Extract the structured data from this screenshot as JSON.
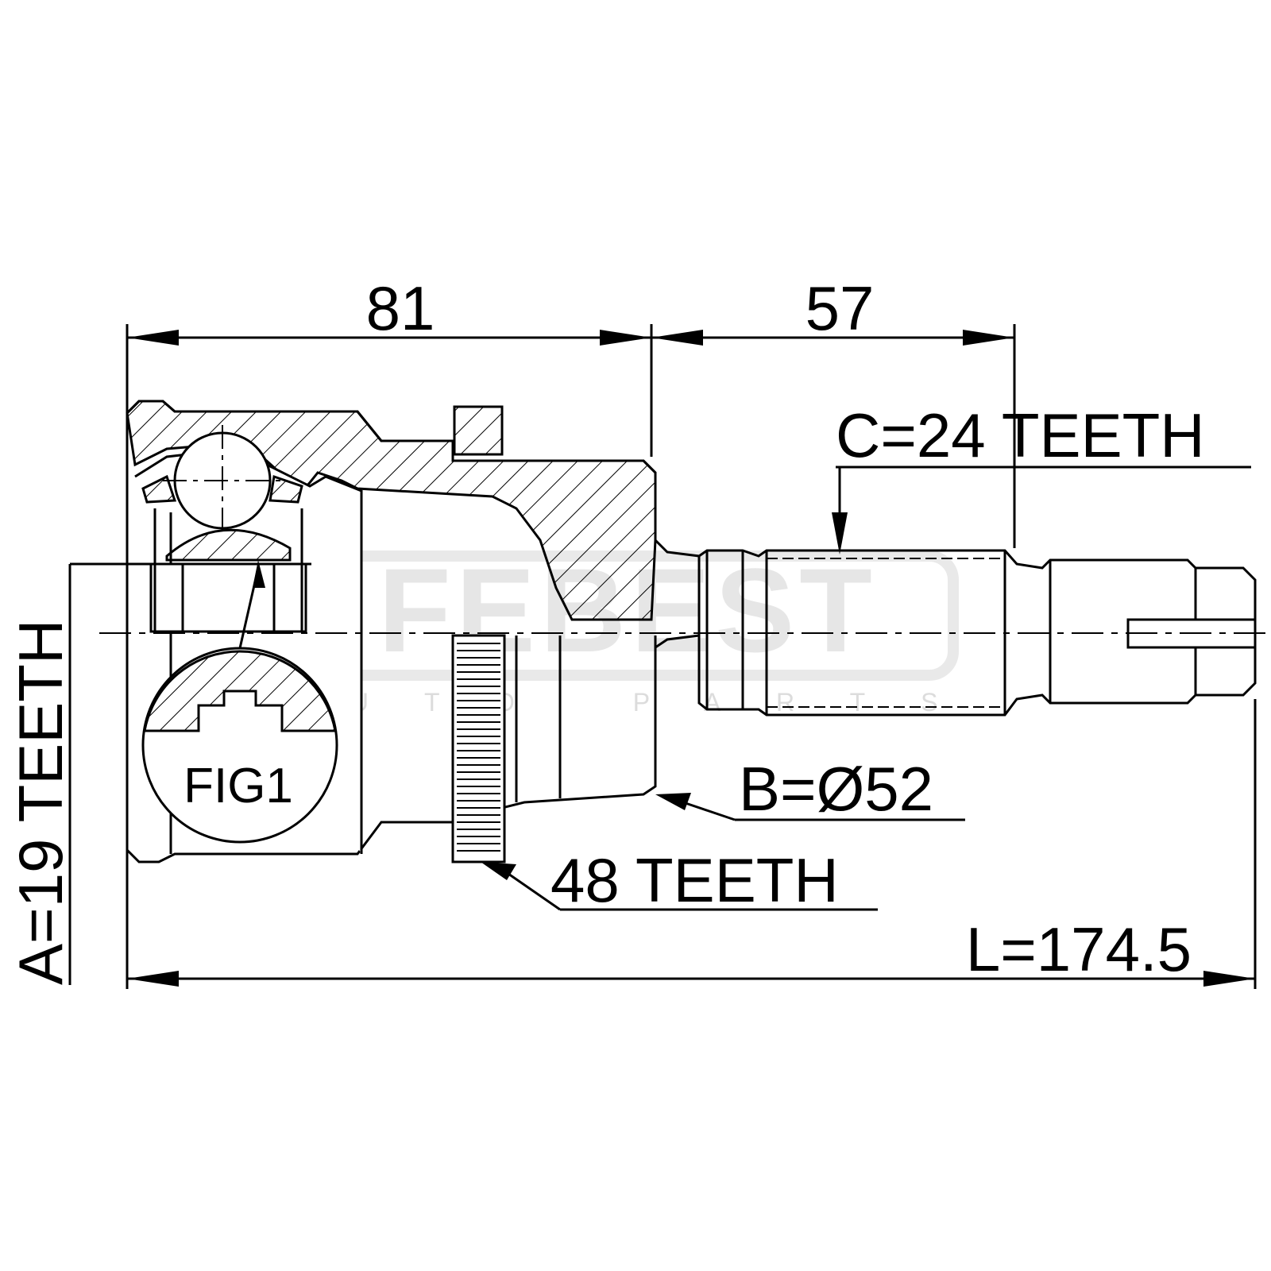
{
  "dimensions": {
    "top_left": "81",
    "top_right": "57",
    "total_length": "L=174.5"
  },
  "callouts": {
    "outer_spline": "C=24 TEETH",
    "seal_diameter": "B=Ø52",
    "abs_ring": "48 TEETH",
    "inner_spline": "A=19 TEETH",
    "detail": "FIG1"
  },
  "watermark": {
    "brand": "FEBEST",
    "tagline": "AUTO PARTS"
  },
  "colors": {
    "line": "#000000",
    "watermark": "#e6e6e6"
  }
}
